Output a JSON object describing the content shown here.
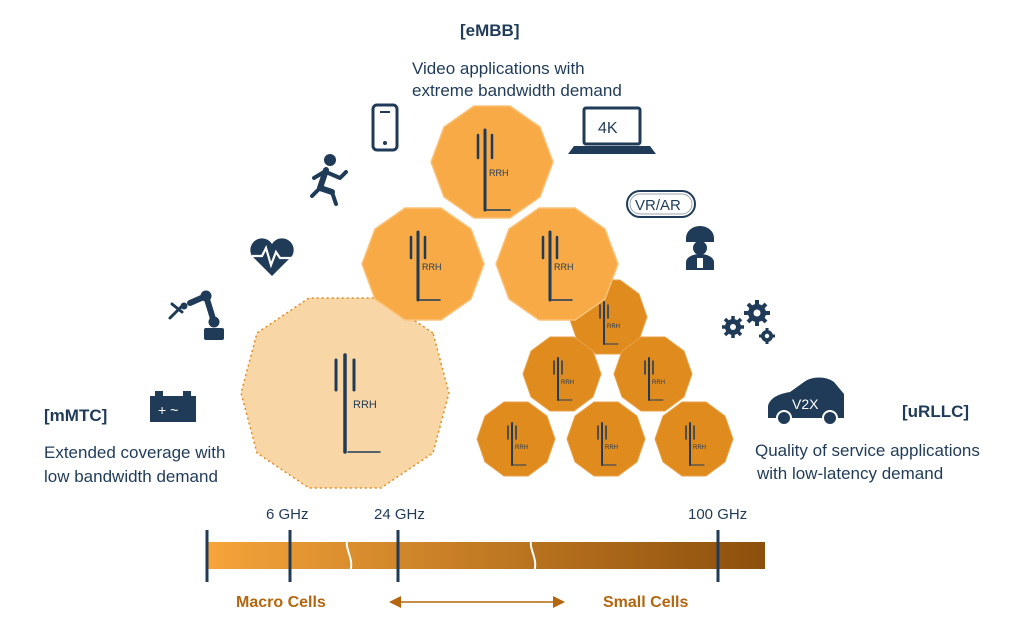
{
  "embb": {
    "tag": "[eMBB]",
    "desc_line1": "Video applications with",
    "desc_line2": "extreme bandwidth demand"
  },
  "mmtc": {
    "tag": "[mMTC]",
    "desc_line1": "Extended coverage with",
    "desc_line2": "low bandwidth demand"
  },
  "urllc": {
    "tag": "[uRLLC]",
    "desc_line1": "Quality of service applications",
    "desc_line2": "with low-latency demand"
  },
  "cells": {
    "rrh_label": "RRH"
  },
  "icons": {
    "laptop_label": "4K",
    "vr_label": "VR/AR",
    "car_label": "V2X",
    "battery_label": "+ ~"
  },
  "spectrum": {
    "freq1": "6 GHz",
    "freq2": "24 GHz",
    "freq3": "100 GHz",
    "macro_label": "Macro Cells",
    "small_label": "Small Cells",
    "colors": {
      "light": "#f6a43a",
      "dark": "#8c4f0c"
    }
  },
  "colors": {
    "embb_cell": "#f7aa45",
    "mmtc_cell": "#f9d6a5",
    "urllc_cell": "#e08b1e",
    "icon": "#1f3b58"
  }
}
